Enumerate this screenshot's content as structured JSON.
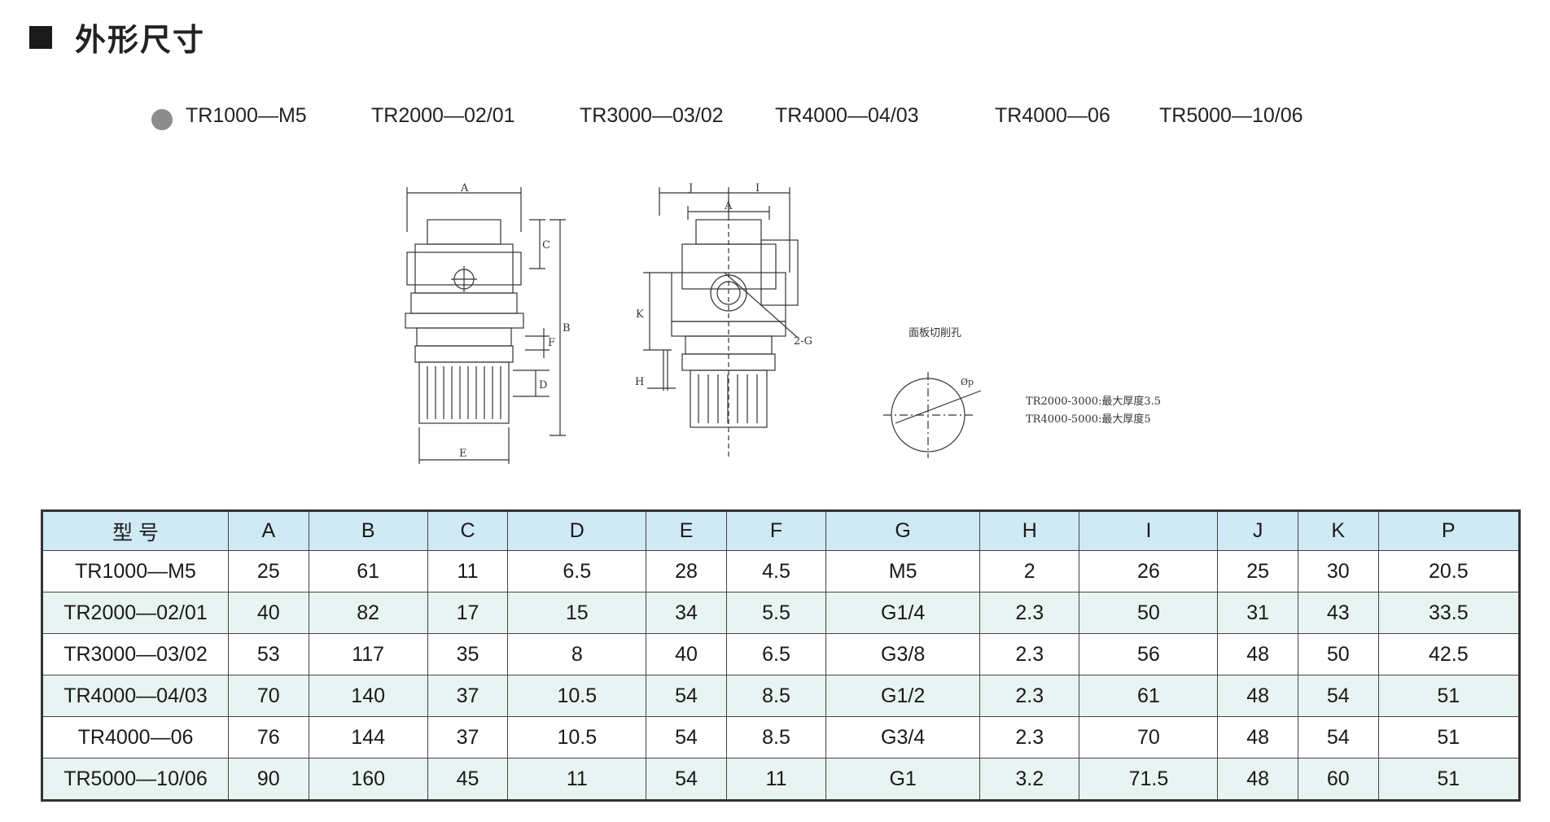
{
  "section": {
    "title": "外形尺寸"
  },
  "models": [
    "TR1000—M5",
    "TR2000—02/01",
    "TR3000—03/02",
    "TR4000—04/03",
    "TR4000—06",
    "TR5000—10/06"
  ],
  "drawing": {
    "front_labels": {
      "a": "A",
      "b": "B",
      "c": "C",
      "d": "D",
      "e": "E",
      "f": "F"
    },
    "side_labels": {
      "j": "J",
      "i": "I",
      "a": "A",
      "k": "K",
      "h": "H",
      "g": "2-G"
    },
    "panel_cut_label": "面板切削孔",
    "panel_dia_label": "Øp",
    "notes": [
      "TR2000-3000:最大厚度3.5",
      "TR4000-5000:最大厚度5"
    ]
  },
  "table": {
    "headers": [
      "型 号",
      "A",
      "B",
      "C",
      "D",
      "E",
      "F",
      "G",
      "H",
      "I",
      "J",
      "K",
      "P"
    ],
    "rows": [
      [
        "TR1000—M5",
        "25",
        "61",
        "11",
        "6.5",
        "28",
        "4.5",
        "M5",
        "2",
        "26",
        "25",
        "30",
        "20.5"
      ],
      [
        "TR2000—02/01",
        "40",
        "82",
        "17",
        "15",
        "34",
        "5.5",
        "G1/4",
        "2.3",
        "50",
        "31",
        "43",
        "33.5"
      ],
      [
        "TR3000—03/02",
        "53",
        "117",
        "35",
        "8",
        "40",
        "6.5",
        "G3/8",
        "2.3",
        "56",
        "48",
        "50",
        "42.5"
      ],
      [
        "TR4000—04/03",
        "70",
        "140",
        "37",
        "10.5",
        "54",
        "8.5",
        "G1/2",
        "2.3",
        "61",
        "48",
        "54",
        "51"
      ],
      [
        "TR4000—06",
        "76",
        "144",
        "37",
        "10.5",
        "54",
        "8.5",
        "G3/4",
        "2.3",
        "70",
        "48",
        "54",
        "51"
      ],
      [
        "TR5000—10/06",
        "90",
        "160",
        "45",
        "11",
        "54",
        "11",
        "G1",
        "3.2",
        "71.5",
        "48",
        "60",
        "51"
      ]
    ]
  },
  "colors": {
    "header_bg": "#cfe9f5",
    "alt_row_bg": "#e8f4f2",
    "bullet_dot": "#8c8c8c"
  }
}
